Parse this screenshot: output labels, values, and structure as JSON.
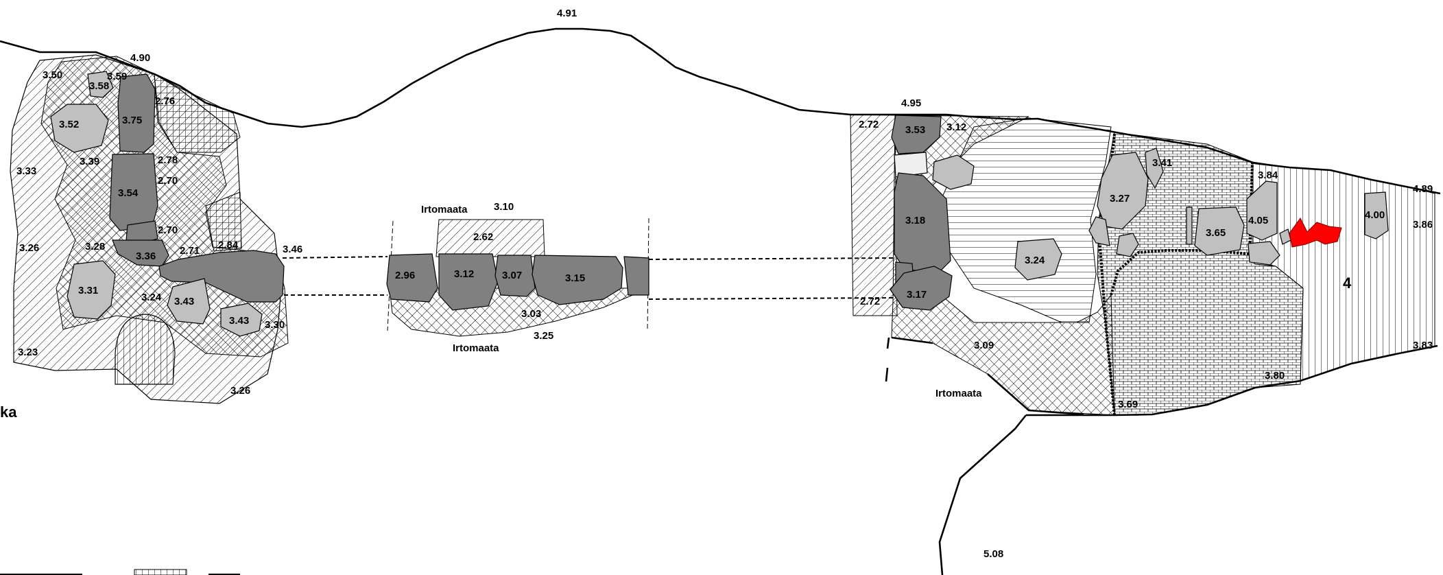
{
  "labels": {
    "top_peak": "4.91",
    "left_corner": "4.90",
    "right_corner": "4.95",
    "right_edge_top": "4.89",
    "bottom": "5.08",
    "cut_left": "ka",
    "unit_number": "4",
    "irto_top": "Irtomaata",
    "irto_bottom": "Irtomaata",
    "irto_right": "Irtomaata",
    "v_3_50": "3.50",
    "v_3_59": "3.59",
    "v_3_58": "3.58",
    "v_2_76": "2.76",
    "v_3_52": "3.52",
    "v_3_75": "3.75",
    "v_3_33": "3.33",
    "v_3_39": "3.39",
    "v_2_78": "2.78",
    "v_2_70a": "2.70",
    "v_3_54": "3.54",
    "v_2_70b": "2.70",
    "v_3_26": "3.26",
    "v_3_28": "3.28",
    "v_3_36": "3.36",
    "v_2_71": "2.71",
    "v_2_84": "2.84",
    "v_3_46": "3.46",
    "v_3_31": "3.31",
    "v_3_24a": "3.24",
    "v_3_43a": "3.43",
    "v_3_43b": "3.43",
    "v_3_30": "3.30",
    "v_3_23": "3.23",
    "v_3_26b": "3.26",
    "v_3_10": "3.10",
    "v_2_62": "2.62",
    "v_2_96": "2.96",
    "v_3_12": "3.12",
    "v_3_07": "3.07",
    "v_3_15": "3.15",
    "v_3_03": "3.03",
    "v_3_25": "3.25",
    "v_2_72a": "2.72",
    "v_3_53": "3.53",
    "v_3_12b": "3.12",
    "v_3_18": "3.18",
    "v_3_24b": "3.24",
    "v_3_17": "3.17",
    "v_2_72b": "2.72",
    "v_3_09": "3.09",
    "v_3_27": "3.27",
    "v_3_41": "3.41",
    "v_3_84": "3.84",
    "v_3_65": "3.65",
    "v_4_05": "4.05",
    "v_4_00": "4.00",
    "v_3_86": "3.86",
    "v_3_83": "3.83",
    "v_3_80": "3.80",
    "v_3_69": "3.69"
  }
}
